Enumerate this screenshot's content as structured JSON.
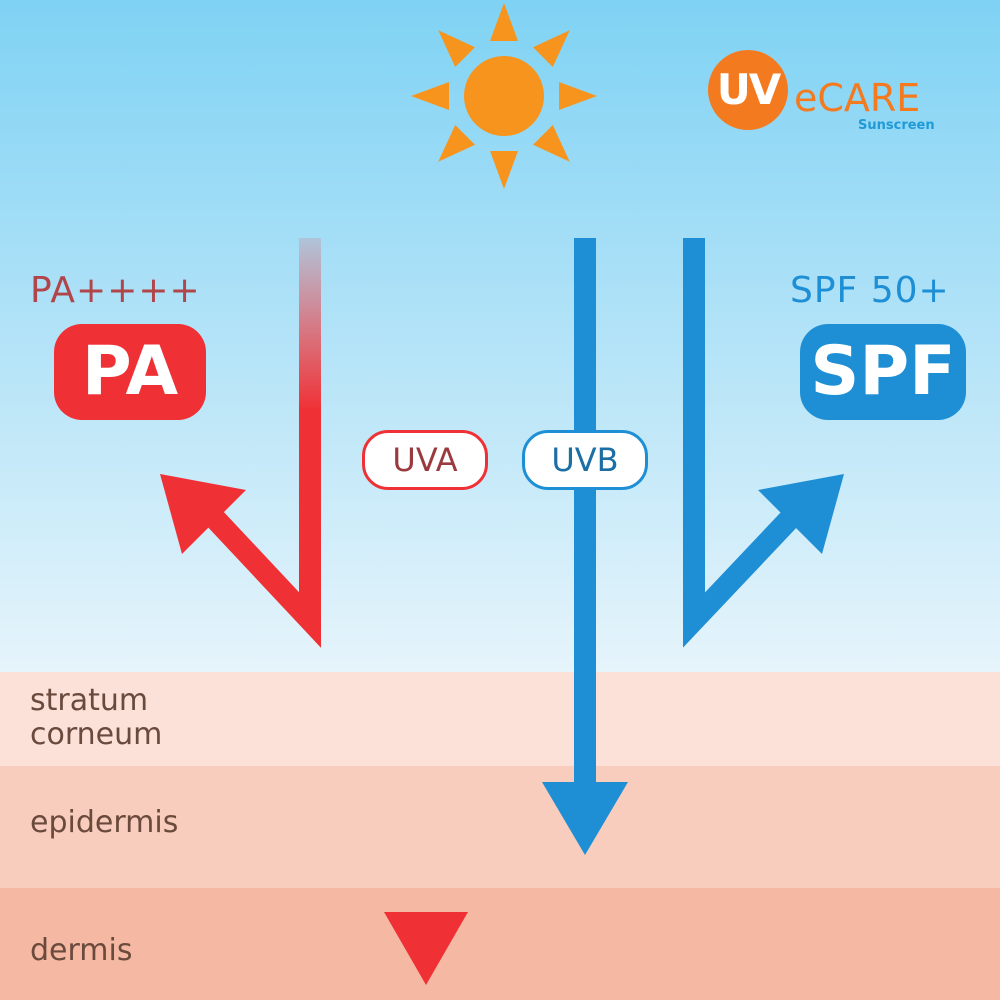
{
  "colors": {
    "sky_top": "#7fd2f4",
    "sky_bottom": "#e6f4fb",
    "layer_stratum": "#fbe1d8",
    "layer_epidermis": "#f8cdbd",
    "layer_dermis": "#f5b9a3",
    "uva_red": "#ef3136",
    "uvb_blue": "#1e8fd5",
    "sun_orange": "#f7941d",
    "logo_orange": "#f47a20",
    "logo_blue": "#1f9ad6",
    "layer_text": "#6b4a3e"
  },
  "sun": {
    "icon": "sun-icon"
  },
  "logo": {
    "mark": "UV",
    "word": "eCARE",
    "tagline": "Sunscreen"
  },
  "left_panel": {
    "rating": "PA++++",
    "badge": "PA"
  },
  "right_panel": {
    "rating": "SPF 50+",
    "badge": "SPF"
  },
  "rays": {
    "uva_label": "UVA",
    "uvb_label": "UVB"
  },
  "skin_layers": {
    "stratum_line1": "stratum",
    "stratum_line2": "corneum",
    "epidermis": "epidermis",
    "dermis": "dermis"
  }
}
